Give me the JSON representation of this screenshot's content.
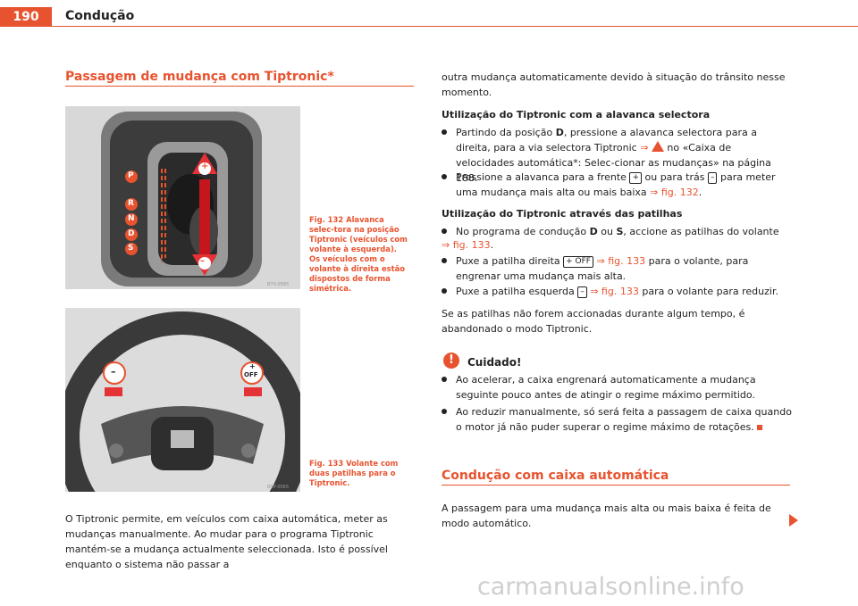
{
  "header": {
    "page_number": "190",
    "running_title": "Condução"
  },
  "section1": {
    "title": "Passagem de mudança com Tiptronic*"
  },
  "fig132": {
    "caption": "Fig. 132 Alavanca selec-tora na posição Tiptronic (veículos com volante à esquerda). Os veículos com o volante à direita estão dispostos de forma simétrica.",
    "code": "B7V-0585",
    "gear_letters": [
      "P",
      "R",
      "N",
      "D",
      "S"
    ],
    "plus": "+",
    "minus": "–"
  },
  "fig133": {
    "caption": "Fig. 133 Volante com duas patilhas para o Tiptronic.",
    "code": "B5P-0565",
    "left_paddle": "–",
    "right_paddle_plus": "+",
    "right_paddle_off": "OFF"
  },
  "left_para": "O Tiptronic permite, em veículos com caixa automática, meter as mudanças manualmente. Ao mudar para o programa Tiptronic mantém-se a mudança actualmente seleccionada. Isto é possível enquanto o sistema não passar a",
  "right_intro": "outra mudança automaticamente devido à situação do trânsito nesse momento.",
  "sub1": {
    "title": "Utilização do Tiptronic com a alavanca selectora",
    "b1_a": "Partindo da posição ",
    "b1_bold": "D",
    "b1_b": ", pressione a alavanca selectora para a direita, para a via selectora Tiptronic ",
    "b1_arrow": "⇒",
    "b1_c": " no «Caixa de velocidades automática*: Selec-cionar as mudanças» na página 188.",
    "b2_a": "Pressione a alavanca para a frente ",
    "b2_key1": "+",
    "b2_b": " ou para trás ",
    "b2_key2": "–",
    "b2_c": " para meter uma mudança mais alta ou mais baixa ",
    "b2_link": "⇒ fig. 132",
    "b2_d": "."
  },
  "sub2": {
    "title": "Utilização do Tiptronic através das patilhas",
    "b1_a": "No programa de condução ",
    "b1_bold1": "D",
    "b1_b": " ou ",
    "b1_bold2": "S",
    "b1_c": ", accione as patilhas do volante",
    "b1_link": "⇒ fig. 133",
    "b1_d": ".",
    "b2_a": "Puxe a patilha direita ",
    "b2_key": "+ OFF",
    "b2_link": "⇒ fig. 133",
    "b2_b": " para o volante, para engrenar uma mudança mais alta.",
    "b3_a": "Puxe a patilha esquerda ",
    "b3_key": "–",
    "b3_link": "⇒ fig. 133",
    "b3_b": " para o volante para reduzir."
  },
  "para_patilhas": "Se as patilhas não forem accionadas durante algum tempo, é abandonado o modo Tiptronic.",
  "caution": {
    "icon": "!",
    "title": "Cuidado!",
    "b1": "Ao acelerar, a caixa engrenará automaticamente a mudança seguinte pouco antes de atingir o regime máximo permitido.",
    "b2": "Ao reduzir manualmente, só será feita a passagem de caixa quando o motor já não puder superar o regime máximo de rotações."
  },
  "section2": {
    "title": "Condução com caixa automática",
    "text": "A passagem para uma mudança mais alta ou mais baixa é feita de modo automático."
  },
  "watermark": "carmanualsonline.info",
  "colors": {
    "accent": "#e8532f",
    "text": "#222222"
  }
}
